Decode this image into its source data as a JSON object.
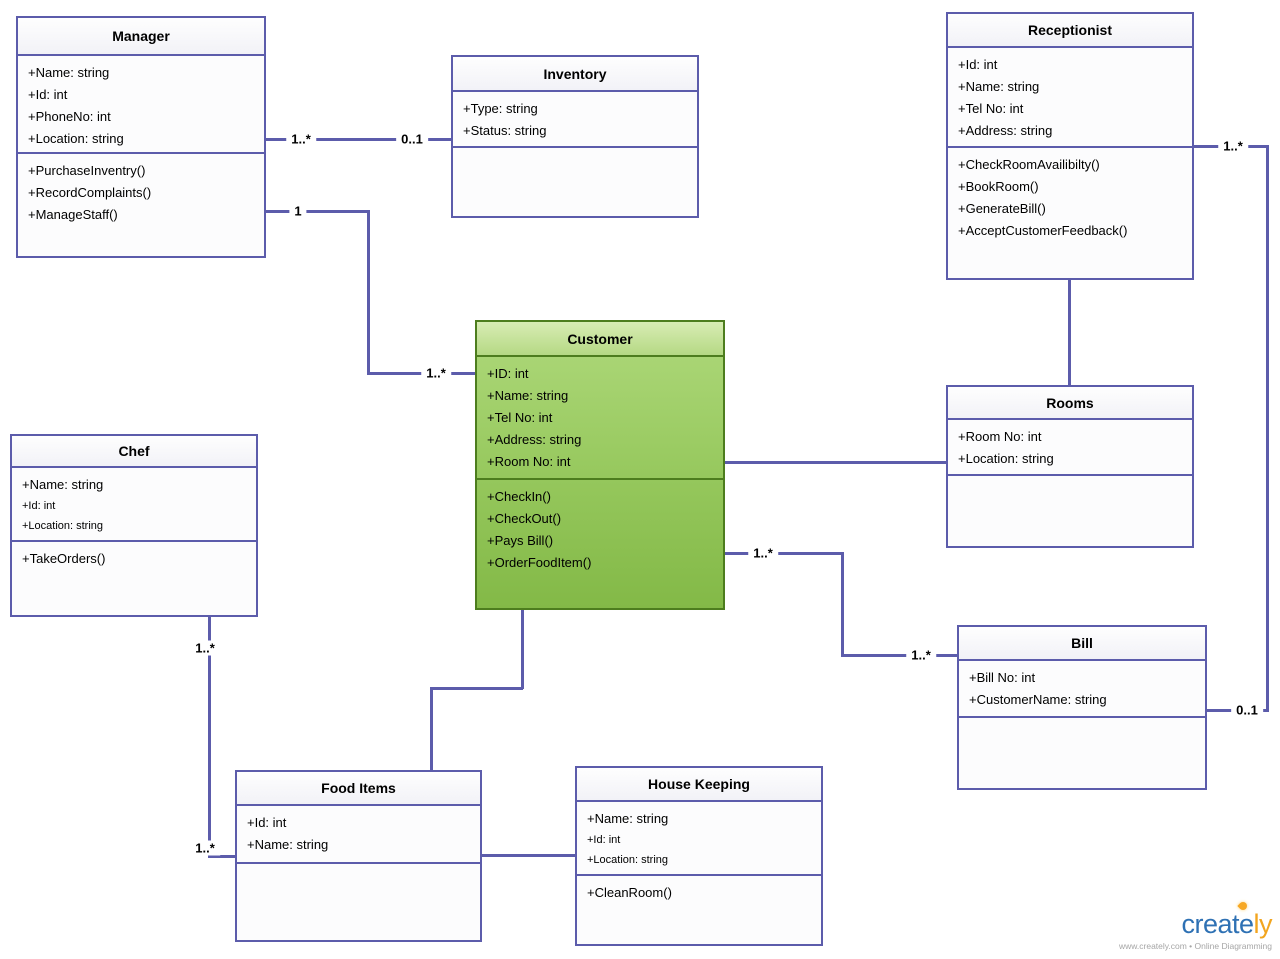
{
  "classes": [
    {
      "name": "Manager",
      "attributes": [
        "+Name: string",
        "+Id: int",
        "+PhoneNo: int",
        "+Location: string"
      ],
      "methods": [
        "+PurchaseInventry()",
        "+RecordComplaints()",
        "+ManageStaff()"
      ]
    },
    {
      "name": "Inventory",
      "attributes": [
        "+Type: string",
        "+Status: string"
      ],
      "methods": []
    },
    {
      "name": "Receptionist",
      "attributes": [
        "+Id: int",
        "+Name: string",
        "+Tel No: int",
        "+Address: string"
      ],
      "methods": [
        "+CheckRoomAvailibilty()",
        "+BookRoom()",
        "+GenerateBill()",
        "+AcceptCustomerFeedback()"
      ]
    },
    {
      "name": "Customer",
      "attributes": [
        "+ID: int",
        "+Name: string",
        "+Tel No: int",
        "+Address: string",
        "+Room No: int"
      ],
      "methods": [
        "+CheckIn()",
        "+CheckOut()",
        "+Pays Bill()",
        "+OrderFoodItem()"
      ]
    },
    {
      "name": "Chef",
      "attributes": [
        "+Name: string",
        "+Id: int",
        "+Location: string"
      ],
      "methods": [
        "+TakeOrders()"
      ]
    },
    {
      "name": "Rooms",
      "attributes": [
        "+Room No: int",
        "+Location: string"
      ],
      "methods": []
    },
    {
      "name": "Bill",
      "attributes": [
        "+Bill No: int",
        "+CustomerName: string"
      ],
      "methods": []
    },
    {
      "name": "Food Items",
      "attributes": [
        "+Id: int",
        "+Name: string"
      ],
      "methods": []
    },
    {
      "name": "House Keeping",
      "attributes": [
        "+Name: string",
        "+Id: int",
        "+Location: string"
      ],
      "methods": [
        "+CleanRoom()"
      ]
    }
  ],
  "connections": [
    {
      "from": "Manager",
      "to": "Inventory",
      "from_label": "1..*",
      "to_label": "0..1"
    },
    {
      "from": "Manager",
      "to": "Customer",
      "from_label": "1",
      "to_label": "1..*"
    },
    {
      "from": "Receptionist",
      "to": "Rooms"
    },
    {
      "from": "Receptionist",
      "to": "Bill",
      "from_label": "1..*",
      "to_label": "0..1"
    },
    {
      "from": "Customer",
      "to": "Rooms"
    },
    {
      "from": "Customer",
      "to": "Bill",
      "from_label": "1..*",
      "to_label": "1..*"
    },
    {
      "from": "Chef",
      "to": "Food Items",
      "from_label": "1..*",
      "to_label": "1..*"
    },
    {
      "from": "Customer",
      "to": "Food Items"
    },
    {
      "from": "Food Items",
      "to": "House Keeping"
    }
  ],
  "branding": {
    "logo_create": "create",
    "logo_ly": "ly",
    "tagline": "www.creately.com • Online Diagramming"
  },
  "colors": {
    "connector_purple": "#5c5cab",
    "customer_green_border": "#4d7d1e",
    "customer_green_fill": "#96c85d",
    "logo_blue": "#2e71b4",
    "logo_orange": "#f2a51f"
  }
}
